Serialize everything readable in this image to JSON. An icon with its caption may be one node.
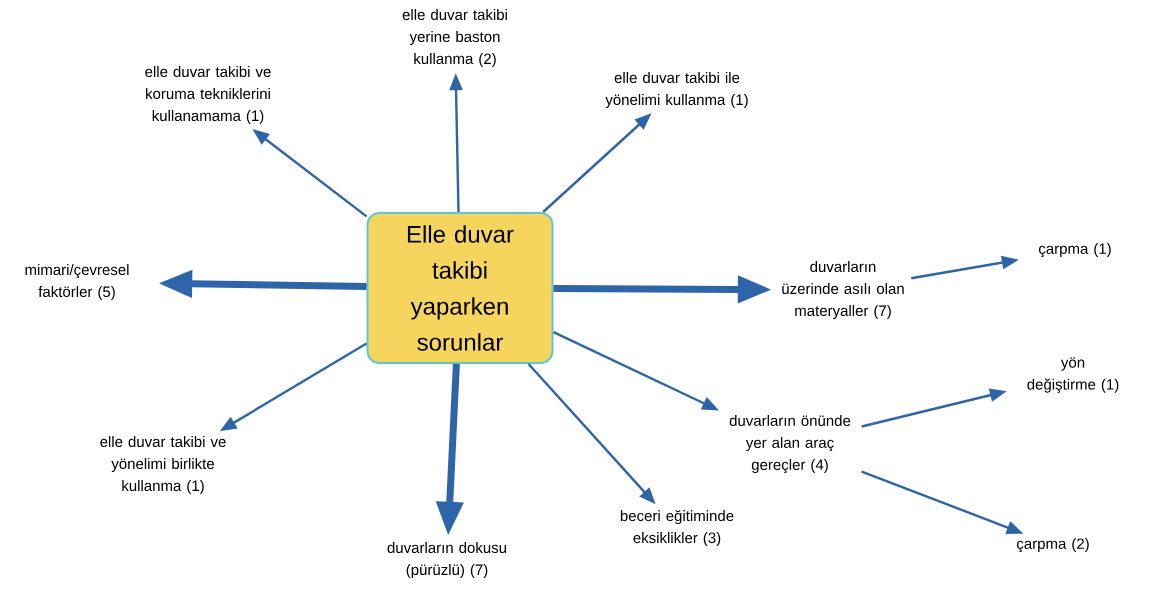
{
  "diagram": {
    "nodes": [
      {
        "text": [
          "Elle duvar takibi yaparken sorunlar"
        ]
      },
      {
        "text": [
          "elle duvar takibi ve koruma tekniklerini kullanamama (1)"
        ]
      },
      {
        "text": [
          "elle duvar takibi yerine baston kullanma (2)"
        ]
      },
      {
        "text": [
          "elle duvar takibi ile yönelimi kullanma (1)"
        ]
      },
      {
        "text": [
          "mimari/çevresel faktörler (5)"
        ]
      },
      {
        "text": [
          "duvarların üzerinde asılı olan materyaller (7)"
        ]
      },
      {
        "text": [
          "çarpma (1)"
        ]
      },
      {
        "text": [
          "elle duvar takibi ve yönelimi birlikte kullanma (1)"
        ]
      },
      {
        "text": [
          "duvarların dokusu (pürüzlü) (7)"
        ]
      },
      {
        "text": [
          "beceri eğitiminde eksiklikler (3)"
        ]
      },
      {
        "text": [
          "duvarların önünde yer alan araç gereçler (4)"
        ]
      },
      {
        "text": [
          "yön değiştirme (1)"
        ]
      },
      {
        "text": [
          "çarpma (2)"
        ]
      }
    ],
    "edges": [
      {
        "from": 0,
        "to": 1,
        "arrow": "to"
      },
      {
        "from": 0,
        "to": 2,
        "arrow": "to"
      },
      {
        "from": 0,
        "to": 3,
        "arrow": "to"
      },
      {
        "from": 0,
        "to": 4,
        "arrow": "to",
        "style": "thick"
      },
      {
        "from": 0,
        "to": 5,
        "arrow": "to",
        "style": "thick"
      },
      {
        "from": 5,
        "to": 6,
        "arrow": "to"
      },
      {
        "from": 0,
        "to": 7,
        "arrow": "to"
      },
      {
        "from": 0,
        "to": 8,
        "arrow": "to",
        "style": "thick"
      },
      {
        "from": 0,
        "to": 9,
        "arrow": "to"
      },
      {
        "from": 0,
        "to": 10,
        "arrow": "to"
      },
      {
        "from": 10,
        "to": 11,
        "arrow": "to"
      },
      {
        "from": 10,
        "to": 12,
        "arrow": "to"
      }
    ]
  }
}
